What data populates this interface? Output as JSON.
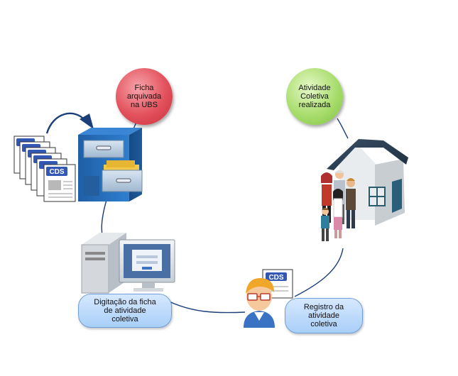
{
  "nodes": {
    "archived": {
      "label": "Ficha\narquivada\nna UBS",
      "color": "#d93f4b"
    },
    "activity": {
      "label": "Atividade\nColetiva\nrealizada",
      "color": "#9bd45f"
    },
    "typing": {
      "label": "Digitação da ficha\nde atividade\ncoletiva"
    },
    "register": {
      "label": "Registro da\natividade\ncoletiva"
    }
  },
  "form_tag": "CDS",
  "icons": [
    "stacked-forms-icon",
    "filing-cabinet-icon",
    "house-family-icon",
    "computer-icon",
    "person-icon",
    "form-icon"
  ]
}
